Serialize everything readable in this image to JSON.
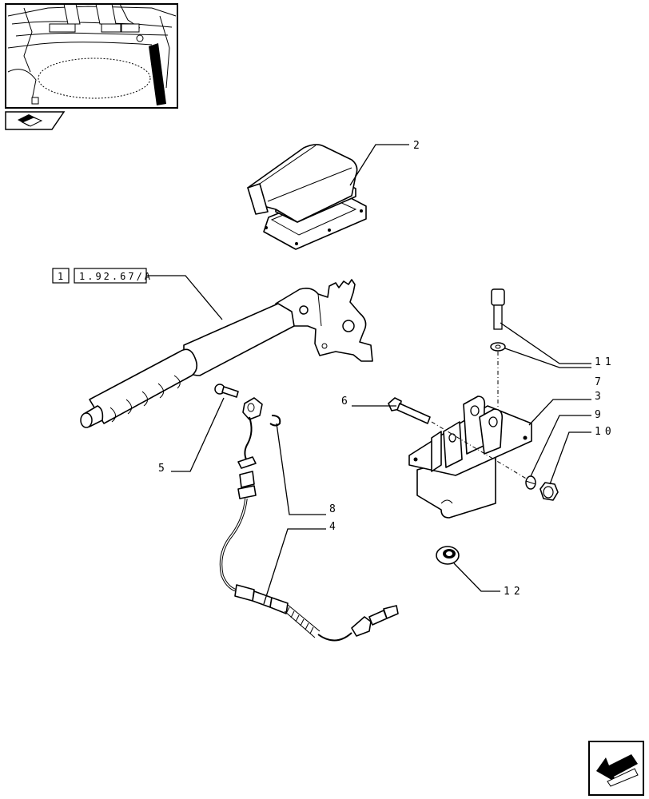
{
  "reference_box": {
    "index": "1",
    "code": "1.92.67/A"
  },
  "callouts": [
    {
      "id": "2",
      "text": "2"
    },
    {
      "id": "11",
      "text": "11"
    },
    {
      "id": "7",
      "text": "7"
    },
    {
      "id": "6",
      "text": "6"
    },
    {
      "id": "3",
      "text": "3"
    },
    {
      "id": "9",
      "text": "9"
    },
    {
      "id": "10",
      "text": "10"
    },
    {
      "id": "5",
      "text": "5"
    },
    {
      "id": "8",
      "text": "8"
    },
    {
      "id": "4",
      "text": "4"
    },
    {
      "id": "12",
      "text": "12"
    }
  ],
  "icons": {
    "thumbnail": "tractor-cab-floor-thumbnail",
    "section": "book-section-icon",
    "nav": "next-page-arrow-icon"
  }
}
